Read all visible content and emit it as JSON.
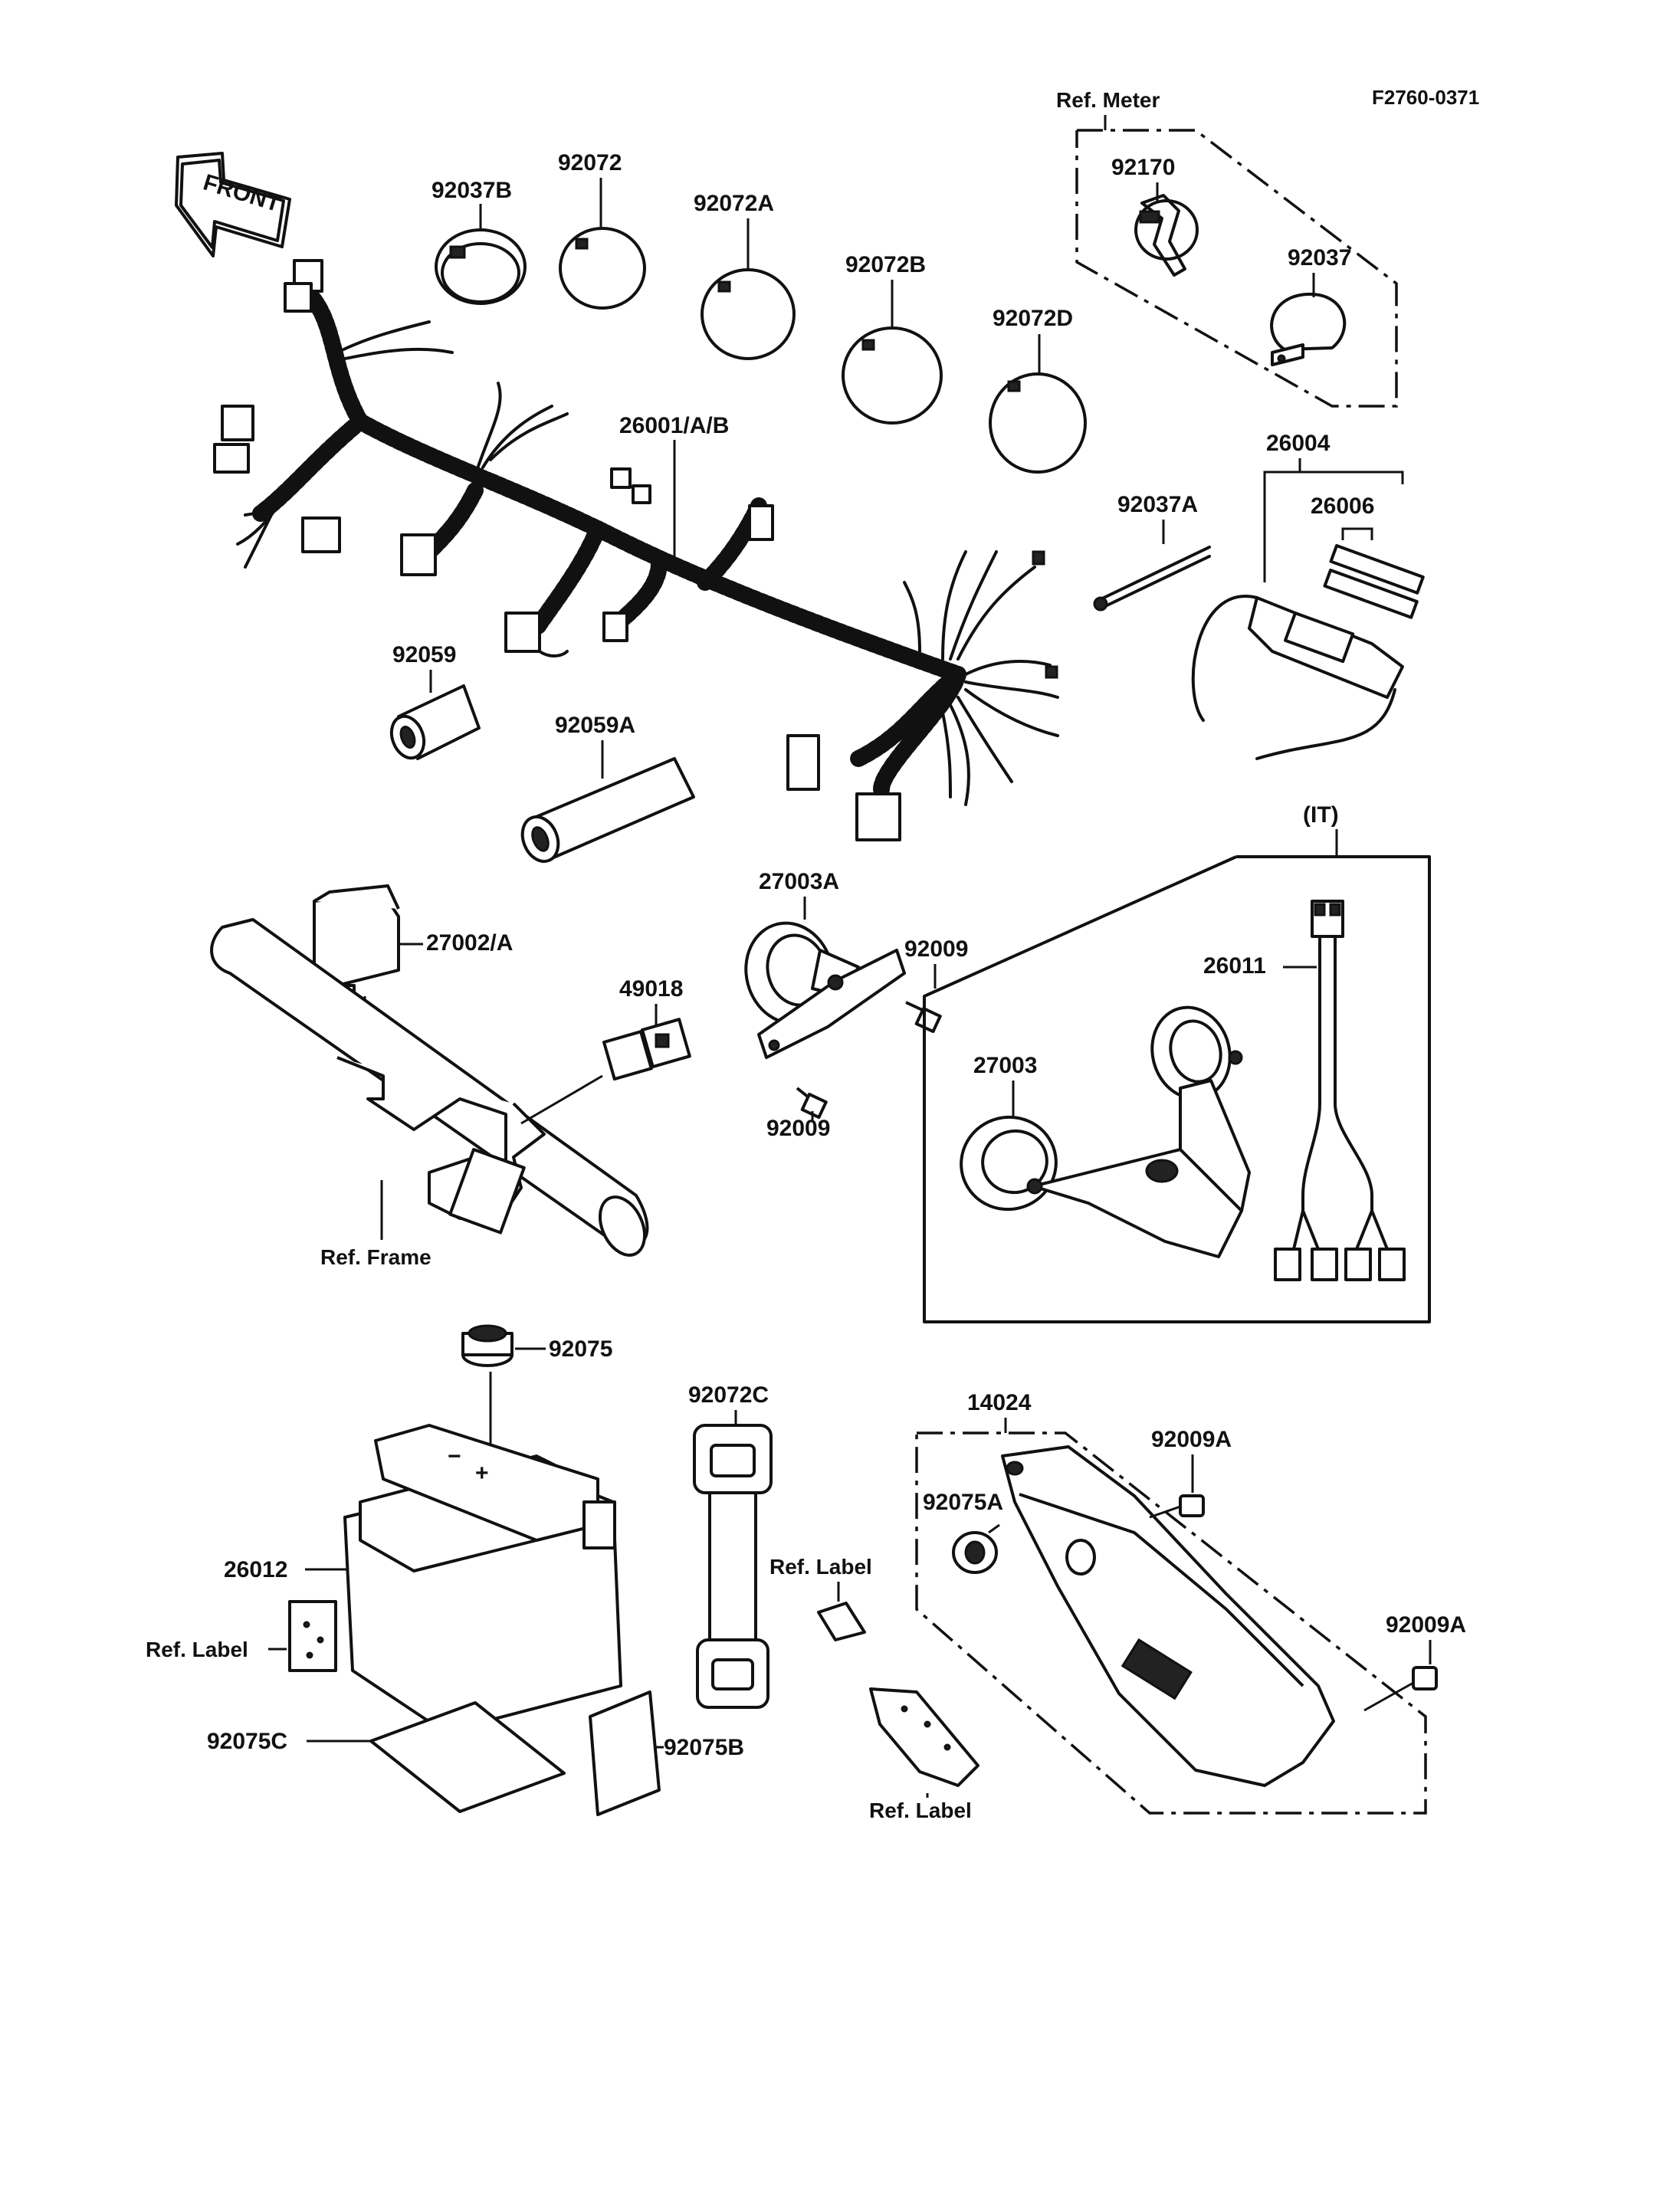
{
  "diagram_code": "F2760-0371",
  "front_arrow_text": "FRONT",
  "ref_labels": {
    "meter": "Ref. Meter",
    "frame": "Ref. Frame",
    "label_battery": "Ref. Label",
    "label_strap": "Ref. Label",
    "label_bottom": "Ref. Label",
    "it_variant": "(IT)"
  },
  "parts": {
    "p92037B": "92037B",
    "p92072": "92072",
    "p92072A": "92072A",
    "p92072B": "92072B",
    "p92072D": "92072D",
    "p92170": "92170",
    "p92037": "92037",
    "p26001": "26001/A/B",
    "p26004": "26004",
    "p92037A": "92037A",
    "p26006": "26006",
    "p92059": "92059",
    "p92059A": "92059A",
    "p27003A": "27003A",
    "p92009_top": "92009",
    "p92009_bottom": "92009",
    "p27002": "27002/A",
    "p49018": "49018",
    "p26011": "26011",
    "p27003": "27003",
    "p92075": "92075",
    "p92072C": "92072C",
    "p14024": "14024",
    "p92009A_top": "92009A",
    "p92075A": "92075A",
    "p92009A_right": "92009A",
    "p26012": "26012",
    "p92075C": "92075C",
    "p92075B": "92075B"
  },
  "battery_marks": {
    "minus": "−",
    "plus": "+"
  }
}
